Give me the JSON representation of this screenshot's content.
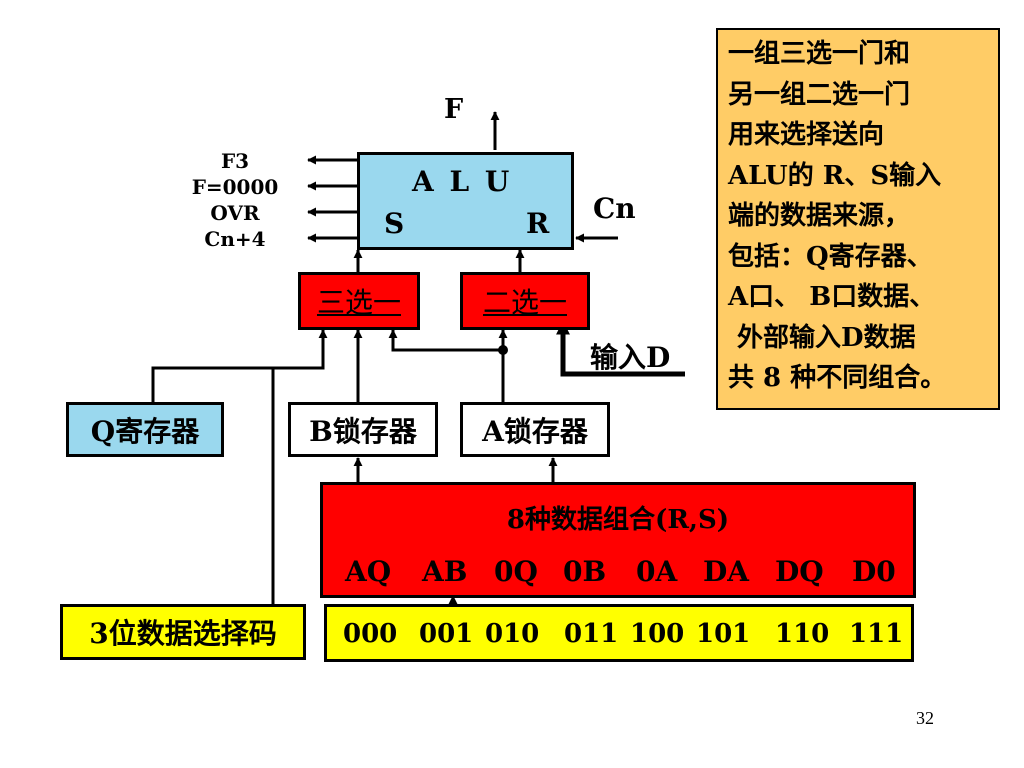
{
  "output_label": "F",
  "status_flags": [
    "F3",
    "F=0000",
    "OVR",
    "Cn+4"
  ],
  "alu": {
    "title": "A L U",
    "s_label": "S",
    "r_label": "R"
  },
  "cn_label": "Cn",
  "mux3_label": "三选一",
  "mux2_label": "二选一",
  "input_d_label": "输入D",
  "q_register": "Q寄存器",
  "b_latch": "B锁存器",
  "a_latch": "A锁存器",
  "combo_box": {
    "title": "8种数据组合(R,S)",
    "combos": [
      "AQ",
      "AB",
      "0Q",
      "0B",
      "0A",
      "DA",
      "DQ",
      "D0"
    ]
  },
  "select_code_label": "3位数据选择码",
  "select_codes": [
    "000",
    "001",
    "010",
    "011",
    "100",
    "101",
    "110",
    "111"
  ],
  "note": {
    "lines": [
      "一组三选一门和",
      "另一组二选一门",
      "用来选择送向",
      "ALU的 R、S输入",
      "端的数据来源，",
      "包括：Q寄存器、",
      "A口、 B口数据、",
      " 外部输入D数据",
      "共 8 种不同组合。"
    ]
  },
  "page_number": "32",
  "colors": {
    "alu_fill": "#9ad8ee",
    "mux_fill": "#ff0000",
    "q_register_fill": "#9ad8ee",
    "combo_fill": "#ff0000",
    "codes_fill": "#ffff00",
    "note_fill": "#ffcc66"
  }
}
